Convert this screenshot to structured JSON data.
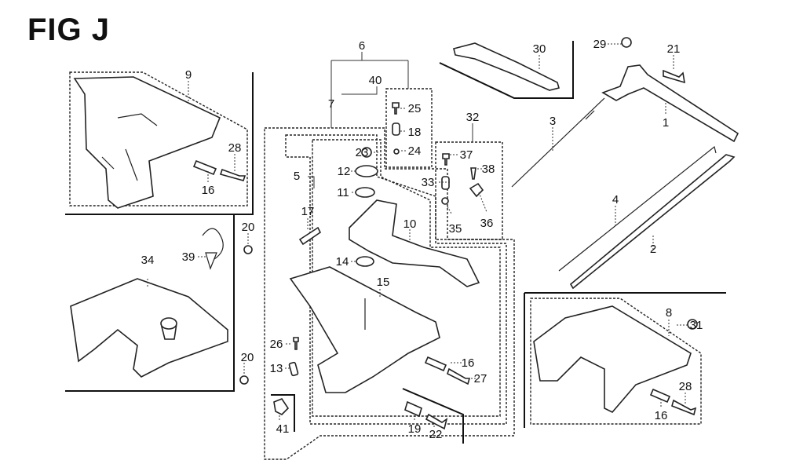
{
  "figure": {
    "title": "FIG J"
  },
  "callouts": [
    {
      "id": "9",
      "label": "9"
    },
    {
      "id": "28a",
      "label": "28"
    },
    {
      "id": "16a",
      "label": "16"
    },
    {
      "id": "6",
      "label": "6"
    },
    {
      "id": "40",
      "label": "40"
    },
    {
      "id": "7",
      "label": "7"
    },
    {
      "id": "25",
      "label": "25"
    },
    {
      "id": "18",
      "label": "18"
    },
    {
      "id": "24",
      "label": "24"
    },
    {
      "id": "32",
      "label": "32"
    },
    {
      "id": "23",
      "label": "23"
    },
    {
      "id": "12",
      "label": "12"
    },
    {
      "id": "11",
      "label": "11"
    },
    {
      "id": "5",
      "label": "5"
    },
    {
      "id": "17",
      "label": "17"
    },
    {
      "id": "37",
      "label": "37"
    },
    {
      "id": "33",
      "label": "33"
    },
    {
      "id": "38",
      "label": "38"
    },
    {
      "id": "35",
      "label": "35"
    },
    {
      "id": "36",
      "label": "36"
    },
    {
      "id": "10",
      "label": "10"
    },
    {
      "id": "14",
      "label": "14"
    },
    {
      "id": "15",
      "label": "15"
    },
    {
      "id": "20a",
      "label": "20"
    },
    {
      "id": "20b",
      "label": "20"
    },
    {
      "id": "39",
      "label": "39"
    },
    {
      "id": "34",
      "label": "34"
    },
    {
      "id": "26",
      "label": "26"
    },
    {
      "id": "13",
      "label": "13"
    },
    {
      "id": "41",
      "label": "41"
    },
    {
      "id": "16b",
      "label": "16"
    },
    {
      "id": "27",
      "label": "27"
    },
    {
      "id": "19",
      "label": "19"
    },
    {
      "id": "22",
      "label": "22"
    },
    {
      "id": "30",
      "label": "30"
    },
    {
      "id": "29",
      "label": "29"
    },
    {
      "id": "21",
      "label": "21"
    },
    {
      "id": "1",
      "label": "1"
    },
    {
      "id": "3",
      "label": "3"
    },
    {
      "id": "4",
      "label": "4"
    },
    {
      "id": "2",
      "label": "2"
    },
    {
      "id": "8",
      "label": "8"
    },
    {
      "id": "31",
      "label": "31"
    },
    {
      "id": "28b",
      "label": "28"
    },
    {
      "id": "16c",
      "label": "16"
    }
  ]
}
